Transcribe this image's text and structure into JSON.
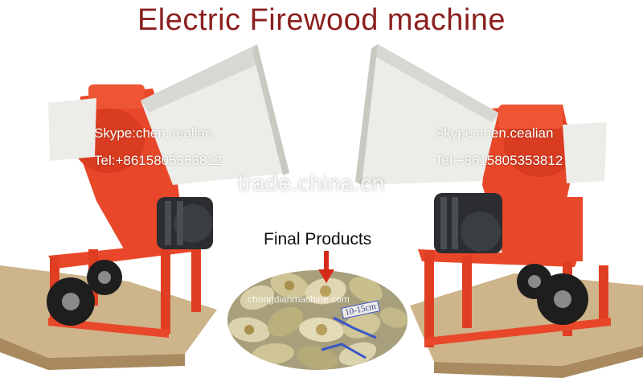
{
  "title": "Electric Firewood machine",
  "contact_left": {
    "skype": "Skype:chen.cealian",
    "tel": "Tel:+8615805353812"
  },
  "contact_right": {
    "skype": "Skype:chen.cealian",
    "tel": "Tel:+8615805353812"
  },
  "watermark": "trade.china.cn",
  "products": {
    "label": "Final Products",
    "size_tag": "10-15cm",
    "oval_watermark": "chongdianmachine.com"
  },
  "colors": {
    "title": "#8b1f1f",
    "machine_body": "#e8472a",
    "hopper": "#ecece8",
    "pallet": "#cdb48a",
    "motor": "#2b2d31",
    "arrow": "#d62a1a"
  }
}
